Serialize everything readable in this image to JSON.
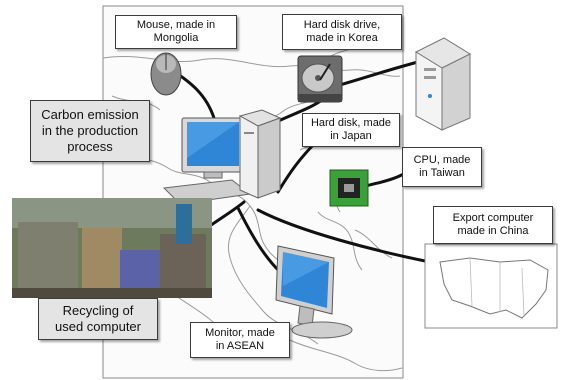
{
  "labels": {
    "mouse": "Mouse, made in\nMongolia",
    "hdd_korea": "Hard disk drive,\nmade in Korea",
    "carbon": "Carbon emission\nin the production\nprocess",
    "hdd_japan": "Hard disk, made\nin Japan",
    "cpu": "CPU, made\nin Taiwan",
    "export": "Export computer\nmade in China",
    "recycling": "Recycling of\nused computer",
    "monitor": "Monitor, made\nin ASEAN"
  },
  "colors": {
    "map_line": "#9a9a9a",
    "connector": "#111111",
    "monitor_screen": "#2f86d6",
    "chip_green": "#3aa03a",
    "label_gray": "#e4e4e4"
  },
  "icons": [
    "mouse-icon",
    "hard-disk-icon",
    "tower-pc-icon",
    "desktop-pc-icon",
    "cpu-chip-icon",
    "monitor-icon",
    "us-map-icon",
    "recycling-photo"
  ]
}
